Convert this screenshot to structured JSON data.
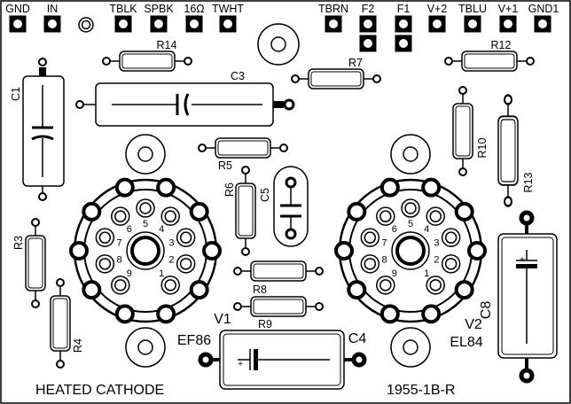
{
  "terminals": {
    "gnd": "GND",
    "in": "IN",
    "tblk": "TBLK",
    "spbk": "SPBK",
    "r16": "16Ω",
    "twht": "TWHT",
    "tbrn": "TBRN",
    "f2": "F2",
    "f1": "F1",
    "vp2": "V+2",
    "tblu": "TBLU",
    "vp1": "V+1",
    "gnd1": "GND1"
  },
  "components": {
    "r14": "R14",
    "r12": "R12",
    "r7": "R7",
    "c3": "C3",
    "c1": "C1",
    "r10": "R10",
    "r13": "R13",
    "r5": "R5",
    "r6": "R6",
    "c5": "C5",
    "r3": "R3",
    "r4": "R4",
    "r8": "R8",
    "r9": "R9",
    "c8": "C8",
    "c4": "C4"
  },
  "tubes": {
    "v1": {
      "ref": "V1",
      "type": "EF86"
    },
    "v2": {
      "ref": "V2",
      "type": "EL84"
    }
  },
  "pins": [
    "1",
    "2",
    "3",
    "4",
    "5",
    "6",
    "7",
    "8",
    "9"
  ],
  "polarity": "+",
  "footer": {
    "left": "HEATED CATHODE",
    "right": "1955-1B-R"
  }
}
